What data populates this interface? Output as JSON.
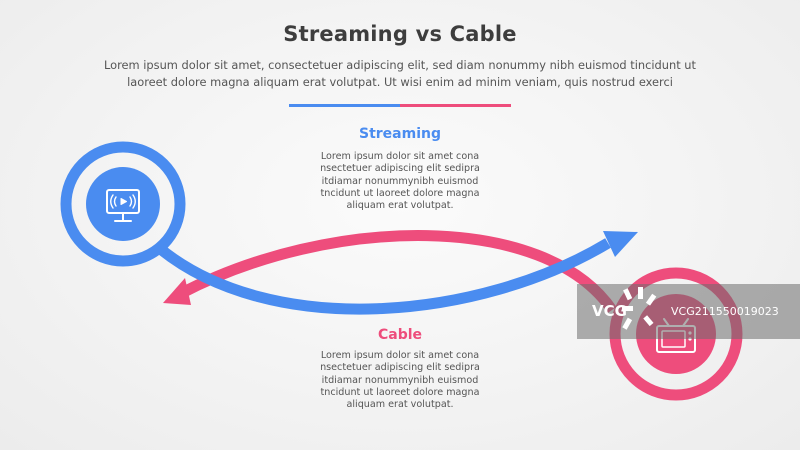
{
  "header": {
    "title": "Streaming vs Cable",
    "subtitle_lines": [
      "Lorem ipsum dolor sit amet, consectetuer adipiscing elit, sed diam nonummy nibh euismod tincidunt ut",
      "laoreet dolore magna aliquam erat volutpat. Ut wisi enim ad minim veniam, quis nostrud exerci"
    ]
  },
  "colors": {
    "streaming": "#4a8cf0",
    "cable": "#ee4d7c",
    "streaming_ring": "#ffffff",
    "title": "#3d3d3d"
  },
  "streaming": {
    "title": "Streaming",
    "body_lines": [
      "Lorem ipsum dolor sit amet cona",
      "nsectetuer adipiscing elit sedipra",
      "itdiamar nonummynibh euismod",
      "tncidunt ut laoreet dolore magna",
      "aliquam erat volutpat."
    ],
    "icon": "streaming-monitor-icon"
  },
  "cable": {
    "title": "Cable",
    "body_lines": [
      "Lorem ipsum dolor sit amet cona",
      "nsectetuer adipiscing elit sedipra",
      "itdiamar nonummynibh euismod",
      "tncidunt ut laoreet dolore magna",
      "aliquam erat volutpat."
    ],
    "icon": "cable-tv-icon"
  },
  "watermark": {
    "left_text": "VCG",
    "right_text": "VCG211550019023",
    "icon": "vcg-burst-icon"
  }
}
